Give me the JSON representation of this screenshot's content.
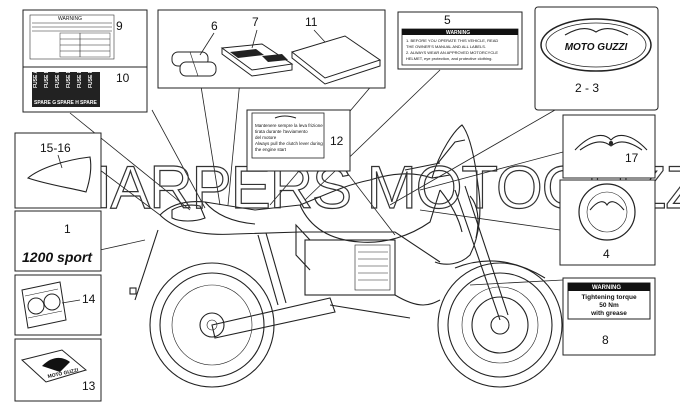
{
  "watermark": "HARPERS MOTOGUZZI",
  "callouts": [
    "1",
    "2 - 3",
    "4",
    "5",
    "6",
    "7",
    "8",
    "9",
    "10",
    "11",
    "12",
    "13",
    "14",
    "15-16",
    "17"
  ],
  "label_12": {
    "line1": "Mantenere sempre la leva frizione",
    "line2": "tirata durante l'avviamento",
    "line3": "del motore",
    "line4": "Always pull the clutch lever during",
    "line5": "the engine start"
  },
  "label_10": {
    "title": "WARNING",
    "line1": "Tightening torque",
    "line2": "50 Nm",
    "line3": "with grease"
  },
  "label_5": {
    "title": "WARNING",
    "line1": "1. BEFORE YOU OPERATE THIS VEHICLE, READ",
    "line2": "THE OWNER'S MANUAL AND ALL LABELS.",
    "line3": "2. ALWAYS WEAR AN APPROVED MOTORCYCLE",
    "line4": "HELMET, eye protection, and protective clothing."
  },
  "label_8": {
    "title": "WARNING"
  },
  "label_9": {
    "fuses": [
      "FUSE A",
      "FUSE B",
      "FUSE C",
      "FUSE D",
      "FUSE E",
      "FUSE F"
    ],
    "spares": [
      "SPARE G",
      "SPARE H",
      "SPARE"
    ]
  },
  "logo_2_3": "MOTO GUZZI",
  "logo_1": "1200 sport",
  "logo_13": "MOTO GUZZI"
}
